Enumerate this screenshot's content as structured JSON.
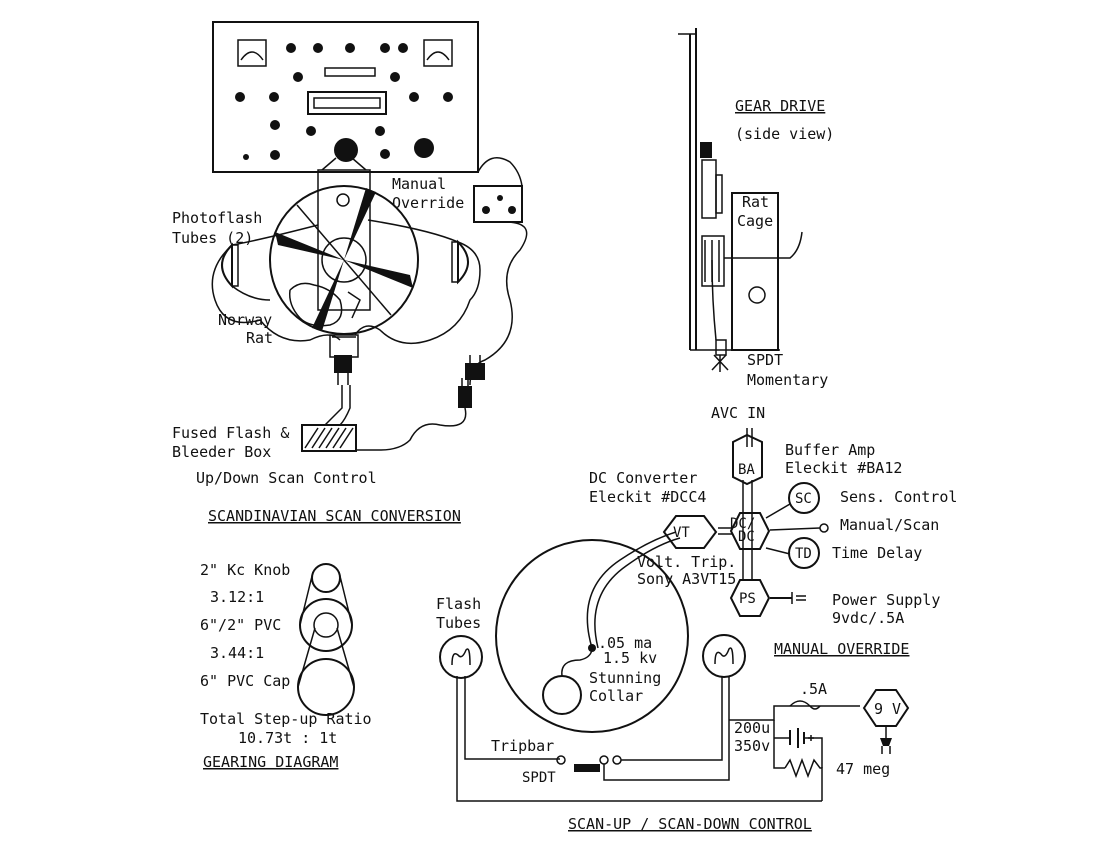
{
  "scandinavian": {
    "labels": {
      "manual_override": [
        "Manual",
        "Override"
      ],
      "photoflash_tubes": [
        "Photoflash",
        "Tubes (2)"
      ],
      "norway_rat": [
        "Norway",
        "Rat"
      ],
      "fused_flash": [
        "Fused Flash &",
        "Bleeder Box"
      ],
      "updown": "Up/Down Scan Control"
    },
    "title": "SCANDINAVIAN SCAN CONVERSION"
  },
  "gear_drive": {
    "title": "GEAR DRIVE",
    "subtitle": "(side view)",
    "rat_cage": [
      "Rat",
      "Cage"
    ],
    "spdt": [
      "SPDT",
      "Momentary"
    ]
  },
  "gearing": {
    "rows": [
      "2\" Kc Knob",
      "3.12:1",
      "6\"/2\" PVC",
      "3.44:1",
      "6\" PVC Cap"
    ],
    "total": [
      "Total Step-up Ratio",
      "10.73t : 1t"
    ],
    "title": "GEARING  DIAGRAM"
  },
  "manual_override": {
    "avc_in": "AVC  IN",
    "buffer": [
      "Buffer Amp",
      "Eleckit #BA12"
    ],
    "dc_converter": [
      "DC Converter",
      "Eleckit #DCC4"
    ],
    "nodes": {
      "ba": "BA",
      "vt": "VT",
      "dc": "DC/",
      "dc2": "DC",
      "sc": "SC",
      "td": "TD",
      "ps": "PS"
    },
    "sens": "Sens. Control",
    "manual_scan": "Manual/Scan",
    "time_delay": "Time Delay",
    "volt_trip": [
      "Volt. Trip.",
      "Sony A3VT15"
    ],
    "power": [
      "Power Supply",
      "9vdc/.5A"
    ],
    "title": "MANUAL OVERRIDE"
  },
  "scan_control": {
    "flash_tubes": [
      "Flash",
      "Tubes"
    ],
    "ma": ".05 ma",
    "kv": "1.5 kv",
    "collar": [
      "Stunning",
      "Collar"
    ],
    "tripbar": "Tripbar",
    "spdt": "SPDT",
    "cap": [
      "200u",
      "350v"
    ],
    "fuse": ".5A",
    "battery": "9 V",
    "resistor": "47 meg",
    "title": "SCAN-UP / SCAN-DOWN CONTROL"
  }
}
